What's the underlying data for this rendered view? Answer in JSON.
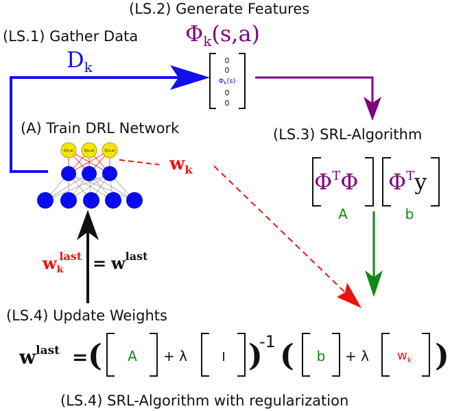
{
  "colors": {
    "blue": "#1010ee",
    "purple": "#800080",
    "green": "#118811",
    "red": "#ee1111",
    "black": "#111111",
    "node_yellow": "#f5e60a",
    "node_blue": "#0a0af0"
  },
  "steps": {
    "ls1": "(LS.1) Gather Data",
    "ls2": "(LS.2) Generate Features",
    "ls3": "(LS.3) SRL-Algorithm",
    "ls4_update": "(LS.4) Update Weights",
    "ls4_reg": "(LS.4) SRL-Algorithm with regularization",
    "train": "(A) Train DRL Network"
  },
  "symbols": {
    "D": "D",
    "D_sub": "k",
    "Phi": "Φ",
    "Phi_sub": "k",
    "Phi_args": "(s,a)",
    "w": "w",
    "w_sub": "k",
    "last": "last",
    "equals": "=",
    "T": "T",
    "y": "y",
    "A": "A",
    "b": "b",
    "I": "I",
    "plus_lambda": "+ λ",
    "inverse": "-1",
    "open_paren": "(",
    "close_paren": ")"
  },
  "feature_vector": {
    "zero": "0",
    "phi": "Φ",
    "phi_sub": "k",
    "phi_arg": "(s)"
  },
  "network": {
    "output_label": "Q(s,a)"
  }
}
